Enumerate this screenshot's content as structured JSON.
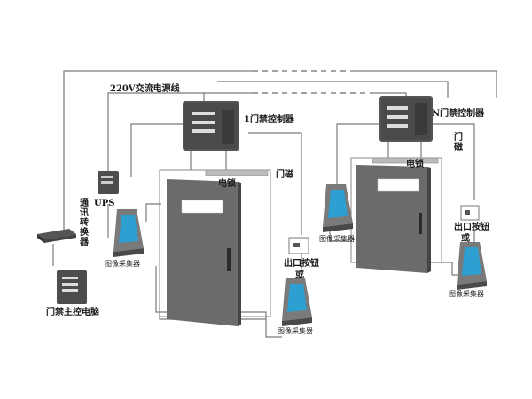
{
  "labels": {
    "power": "220V交流电源线",
    "ups": "UPS",
    "converter": "通讯转换器",
    "host": "门禁主控电脑",
    "controller_1": "1门禁控制器",
    "controller_n": "N门禁控制器",
    "lock_left": "电锁",
    "lock_right": "电锁",
    "magnet_left": "门磁",
    "magnet_right": "门磁",
    "exit_btn_left": "出口按钮",
    "exit_btn_left_or": "或",
    "exit_btn_right": "出口按钮",
    "exit_btn_right_or": "或",
    "reader_left_inside": "图像采集器",
    "reader_left_outside": "图像采集器",
    "reader_right_inside": "图像采集器",
    "reader_right_outside": "图像采集器"
  },
  "icons": [
    "server-icon",
    "ups-icon",
    "switch-icon",
    "computer-icon",
    "door-icon",
    "reader-icon",
    "button-icon"
  ],
  "colors": {
    "door": "#6b6b6b",
    "server_body": "#505050",
    "wire": "#7a7a7a",
    "reader_screen": "#2d9fd0"
  }
}
